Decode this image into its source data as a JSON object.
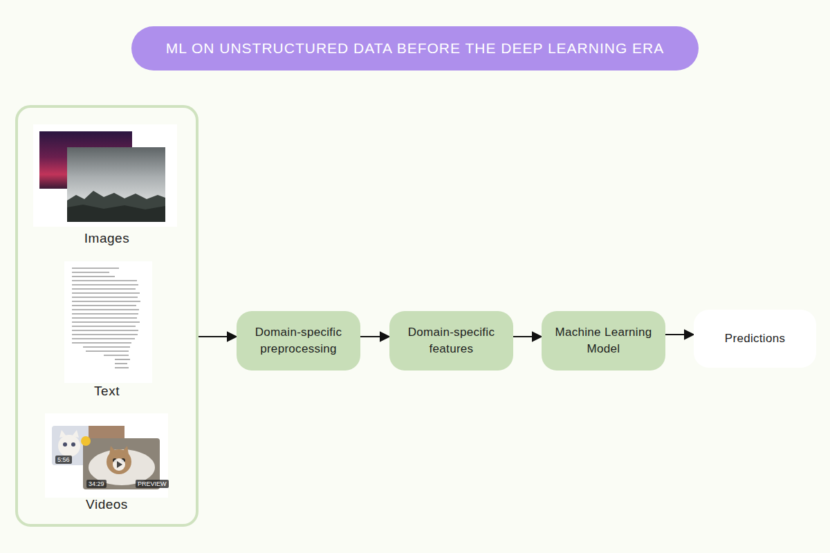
{
  "diagram": {
    "title": "ML ON UNSTRUCTURED DATA BEFORE THE DEEP LEARNING ERA",
    "nodes": [
      {
        "text": [
          "Images",
          "Text",
          "Videos"
        ]
      },
      {
        "text": [
          "Domain-specific preprocessing"
        ]
      },
      {
        "text": [
          "Domain-specific features"
        ]
      },
      {
        "text": [
          "Machine Learning Model"
        ]
      },
      {
        "text": [
          "Predictions"
        ]
      }
    ],
    "edges": [
      {
        "from": 0,
        "to": 1,
        "arrow": "to"
      },
      {
        "from": 1,
        "to": 2,
        "arrow": "to"
      },
      {
        "from": 2,
        "to": 3,
        "arrow": "to"
      },
      {
        "from": 3,
        "to": 4,
        "arrow": "to"
      }
    ],
    "labels": [
      "5:56",
      "34:29",
      "PREVIEW"
    ]
  }
}
